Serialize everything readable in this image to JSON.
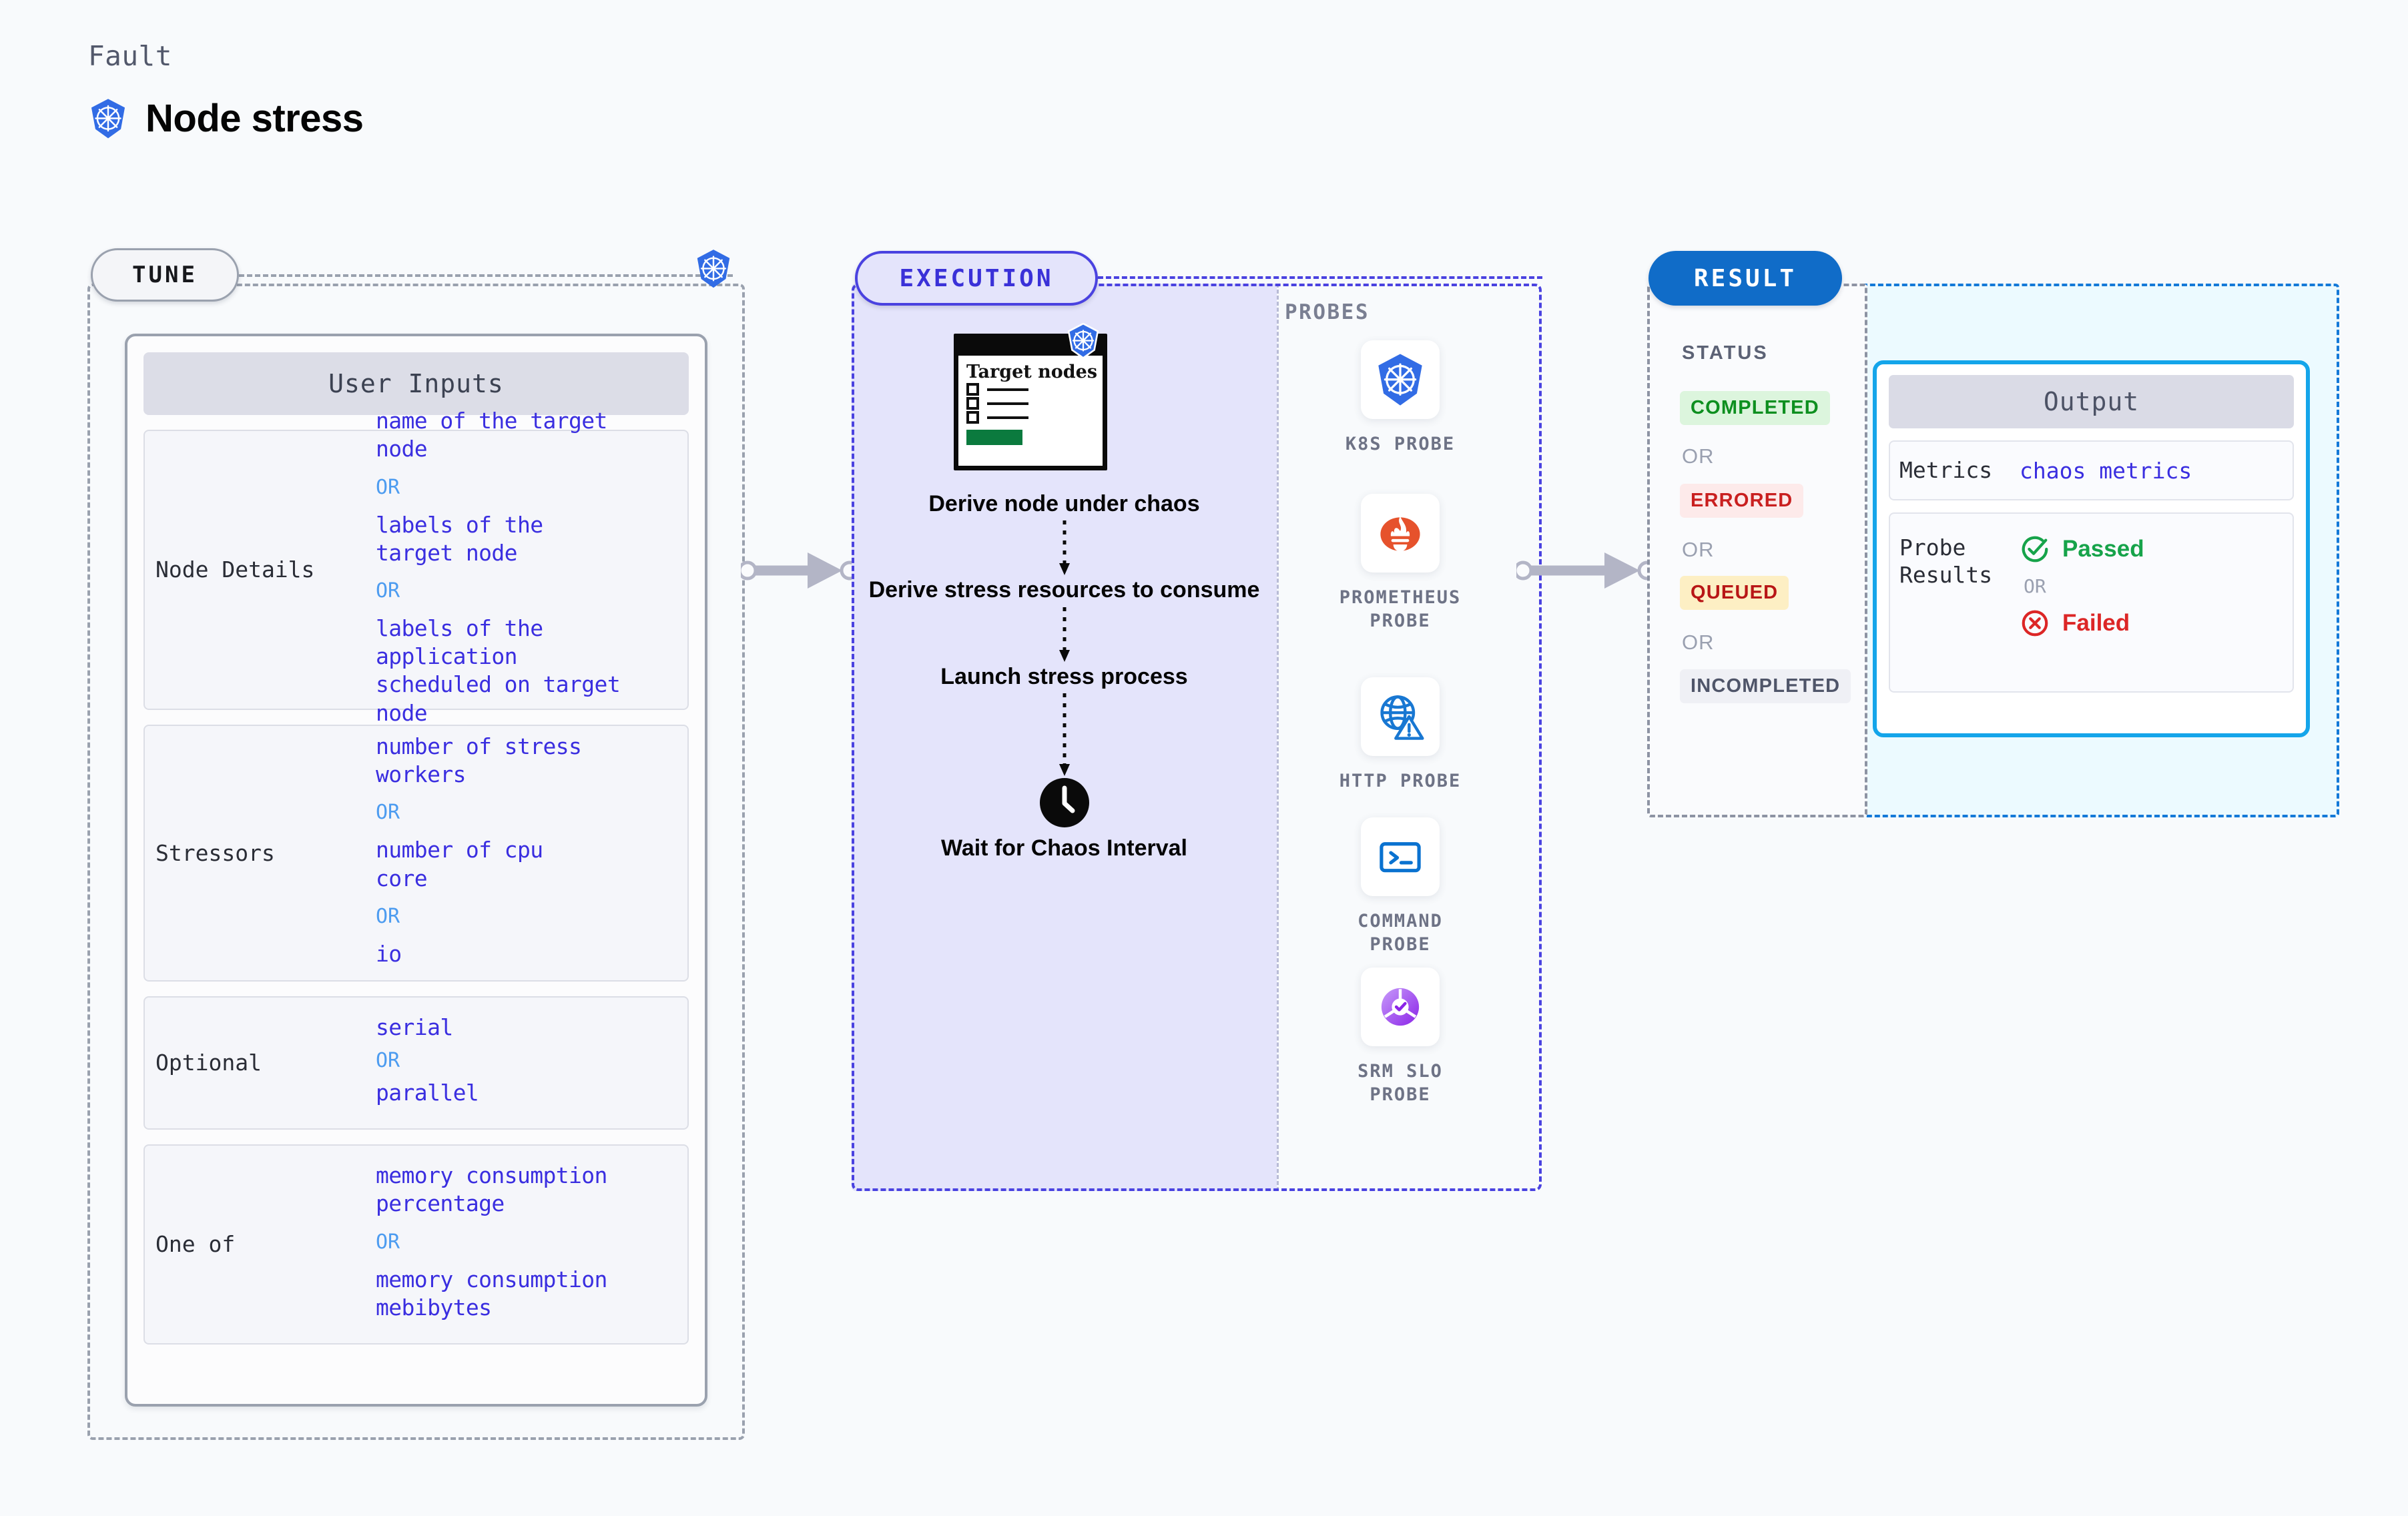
{
  "header": {
    "eyebrow": "Fault",
    "title": "Node stress",
    "icon": "kubernetes-icon"
  },
  "stages": {
    "tune": "TUNE",
    "execution": "EXECUTION",
    "result": "RESULT"
  },
  "tune": {
    "card_header": "User Inputs",
    "groups": [
      {
        "label": "Node Details",
        "values": [
          "name of the target\nnode",
          "labels of the\ntarget node",
          "labels of the application\n scheduled on target node"
        ],
        "separator": "OR"
      },
      {
        "label": "Stressors",
        "values": [
          "number of stress\nworkers",
          "number of cpu\ncore",
          "io"
        ],
        "separator": "OR"
      },
      {
        "label": "Optional",
        "values": [
          "serial",
          "parallel"
        ],
        "separator": "OR"
      },
      {
        "label": "One of",
        "values": [
          "memory consumption\npercentage",
          "memory consumption\nmebibytes"
        ],
        "separator": "OR"
      }
    ]
  },
  "execution": {
    "target_card": {
      "title": "Target\nnodes",
      "icon": "kubernetes-icon"
    },
    "steps": [
      "Derive node under chaos",
      "Derive stress resources to consume",
      "Launch stress process",
      "Wait for Chaos Interval"
    ],
    "wait_icon": "clock-icon",
    "probes_label": "PROBES",
    "probes": [
      {
        "name": "K8S PROBE",
        "icon": "kubernetes-icon"
      },
      {
        "name": "PROMETHEUS PROBE",
        "icon": "prometheus-icon"
      },
      {
        "name": "HTTP PROBE",
        "icon": "globe-warning-icon"
      },
      {
        "name": "COMMAND PROBE",
        "icon": "terminal-icon"
      },
      {
        "name": "SRM SLO PROBE",
        "icon": "srm-slo-icon"
      }
    ]
  },
  "result": {
    "status_label": "STATUS",
    "separator": "OR",
    "statuses": [
      {
        "label": "COMPLETED",
        "bg": "#dcf5dd",
        "fg": "#0d8f1f"
      },
      {
        "label": "ERRORED",
        "bg": "#fdeaea",
        "fg": "#c91f1f"
      },
      {
        "label": "QUEUED",
        "bg": "#fdefc4",
        "fg": "#b81616"
      },
      {
        "label": "INCOMPLETED",
        "bg": "#eff0f5",
        "fg": "#4f5569"
      }
    ],
    "output": {
      "header": "Output",
      "metrics_label": "Metrics",
      "metrics_value": "chaos metrics",
      "probe_results_label": "Probe\nResults",
      "passed": "Passed",
      "failed": "Failed",
      "separator": "OR",
      "passed_color": "#16a34a",
      "failed_color": "#dc2626"
    }
  },
  "colors": {
    "tune_border": "#9aa1ae",
    "execution_border": "#4a42e0",
    "execution_fill": "#e4e4fb",
    "result_border": "#1479d8",
    "result_fill": "#ecfaff",
    "result_pill": "#106cc8",
    "value_text": "#3a2ee0",
    "or_text": "#4d9cf0",
    "page_bg": "#f8fafc"
  }
}
